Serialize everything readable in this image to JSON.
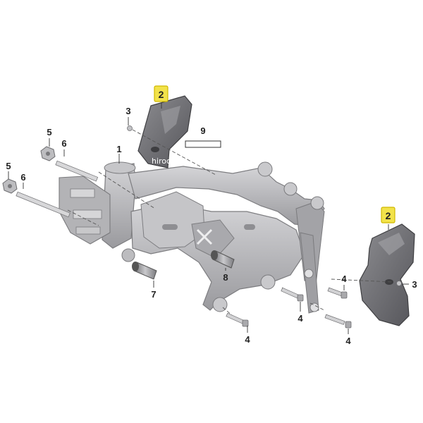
{
  "diagram": {
    "watermark": "hirochi",
    "part_labels": {
      "frame": "1",
      "cover_top": "2",
      "cover_right": "2",
      "screw_top": "3",
      "screw_right": "3",
      "bolt_a": "4",
      "bolt_b": "4",
      "bolt_c": "4",
      "bolt_d": "4",
      "nut_upper": "5",
      "nut_lower": "5",
      "stud_upper": "6",
      "stud_lower": "6",
      "bushing_left": "7",
      "bushing_right": "8",
      "label_ref": "9"
    },
    "colors": {
      "frame": "#b9b9bc",
      "frame_dark": "#8c8c90",
      "cover": "#7a7a7e",
      "cover_dark": "#4e4e52",
      "highlight": "#f2e24a",
      "leader": "#333333"
    }
  }
}
